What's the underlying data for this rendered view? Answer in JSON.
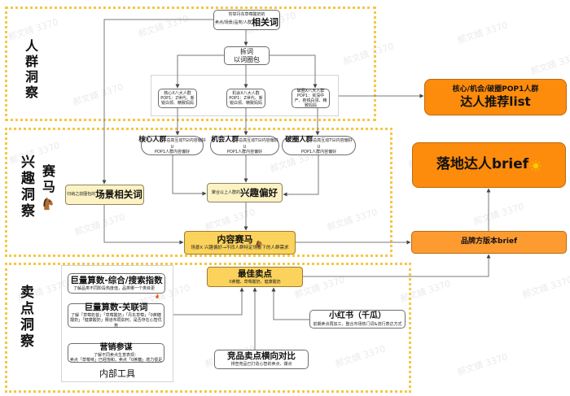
{
  "watermark": "郝文婧 3370",
  "sections": {
    "crowd": {
      "label": "人群洞察"
    },
    "interest": {
      "label": "兴趣洞察",
      "sub_label": "赛马",
      "icon": "horse-icon"
    },
    "selling": {
      "label": "卖点洞察"
    }
  },
  "nodes": {
    "related_words": {
      "note": "穷举丹东草莓酸奶的",
      "prefix": "卖点/场景/品类/人群",
      "title": "相关词"
    },
    "split_words": {
      "line1": "拆词",
      "line2": "以词圈包"
    },
    "crowd_boxes": [
      {
        "title": "核心X八大人群",
        "desc": "POP1：Z世代、新锐白领、精致妈妈"
      },
      {
        "title": "机会X八大人群",
        "desc": "POP1：Z世代、新锐白领、精致妈妈"
      },
      {
        "title": "破圈X八大人群",
        "desc": "POP1：资深中产、新锐白领、精致妈妈"
      }
    ],
    "crowd_pills": [
      {
        "title": "核心人群",
        "note": "总高互动TGI内容偏好",
        "union": "U",
        "desc": "POP1人群内容偏好"
      },
      {
        "title": "机会人群",
        "note": "总高互动TGI内容偏好",
        "union": "U",
        "desc": "POP1人群内容偏好"
      },
      {
        "title": "破圈人群",
        "note": "总高互动TGI内容偏好",
        "union": "U",
        "desc": "POP1人群内容偏好"
      }
    ],
    "scene_words": {
      "prefix": "归纳之前圈包的",
      "title": "场景相关词"
    },
    "interest_pref": {
      "prefix": "聚合以上人群的",
      "title": "兴趣偏好"
    },
    "content_race": {
      "title": "内容赛马",
      "icon": "horse-icon",
      "desc": "场景X 兴趣偏好→不同人群特定场景下的人群需求"
    },
    "kol_list": {
      "line1": "核心/机会/破圈POP1人群",
      "line2": "达人推荐list"
    },
    "final_brief": {
      "title": "落地达人brief",
      "icon": "sun-icon"
    },
    "brand_brief": {
      "title": "品牌方版本brief"
    },
    "best_selling": {
      "title": "最佳卖点",
      "desc": "0蔗糖、草莓酸奶、健康酸奶"
    },
    "tools": {
      "label": "内部工具",
      "items": [
        {
          "title": "巨量算数-综合/搜索指数",
          "desc": "了解品类不同阶段热度值，品类哪一个类目更",
          "icon": "fire-icon"
        },
        {
          "title": "巨量算数-关联词",
          "desc": "了解「草莓奶昔」「草莓酸奶」「丹东草莓」「0蔗糖酸奶」「健康酸奶」赛道布局如何，是否存在心智优势"
        },
        {
          "title": "营销参谋",
          "desc1": "了解不同卖点生意表现：",
          "desc2": "卖点「草莓味」已经饱和，卖点「0蔗糖」增力很足"
        }
      ]
    },
    "xiaohongshu": {
      "title": "小红书（千瓜）",
      "desc": "前期卖点再加工，整合市场热门词&流行表达方式"
    },
    "competitor": {
      "title": "竞品卖点横向对比",
      "desc": "排查竞品已打造心智的卖点、爆点"
    }
  }
}
